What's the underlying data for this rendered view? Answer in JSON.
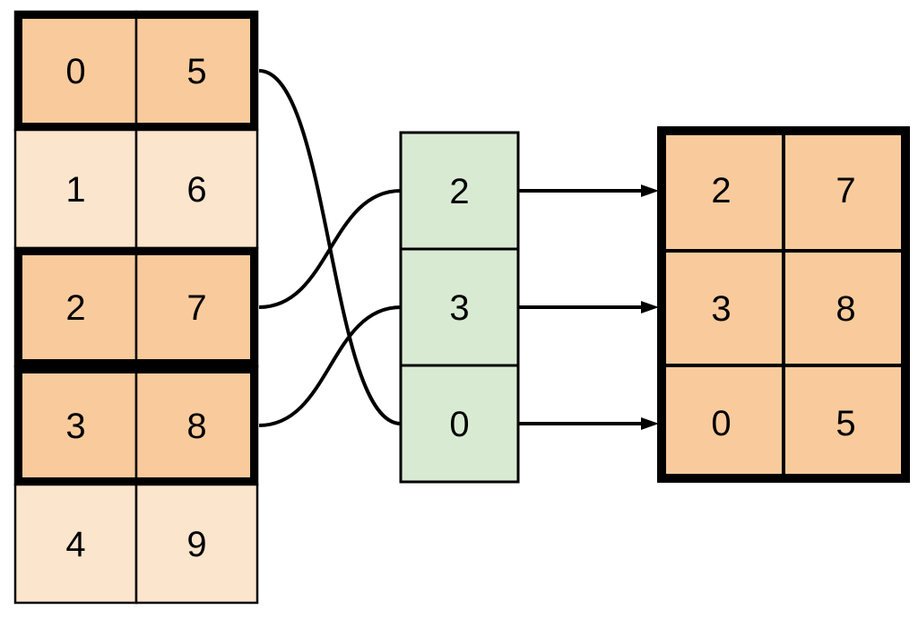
{
  "tables": {
    "source": {
      "rows": [
        {
          "cells": [
            "0",
            "5"
          ],
          "highlighted": true
        },
        {
          "cells": [
            "1",
            "6"
          ],
          "highlighted": false
        },
        {
          "cells": [
            "2",
            "7"
          ],
          "highlighted": true
        },
        {
          "cells": [
            "3",
            "8"
          ],
          "highlighted": true
        },
        {
          "cells": [
            "4",
            "9"
          ],
          "highlighted": false
        }
      ]
    },
    "index": {
      "cells": [
        "2",
        "3",
        "0"
      ]
    },
    "result": {
      "rows": [
        {
          "cells": [
            "2",
            "7"
          ]
        },
        {
          "cells": [
            "3",
            "8"
          ]
        },
        {
          "cells": [
            "0",
            "5"
          ]
        }
      ]
    }
  },
  "colors": {
    "highlight_fill": "#f9cb9c",
    "muted_fill": "#fce5cd",
    "index_fill": "#d9ead3",
    "stroke": "#000000",
    "background": "#ffffff"
  }
}
